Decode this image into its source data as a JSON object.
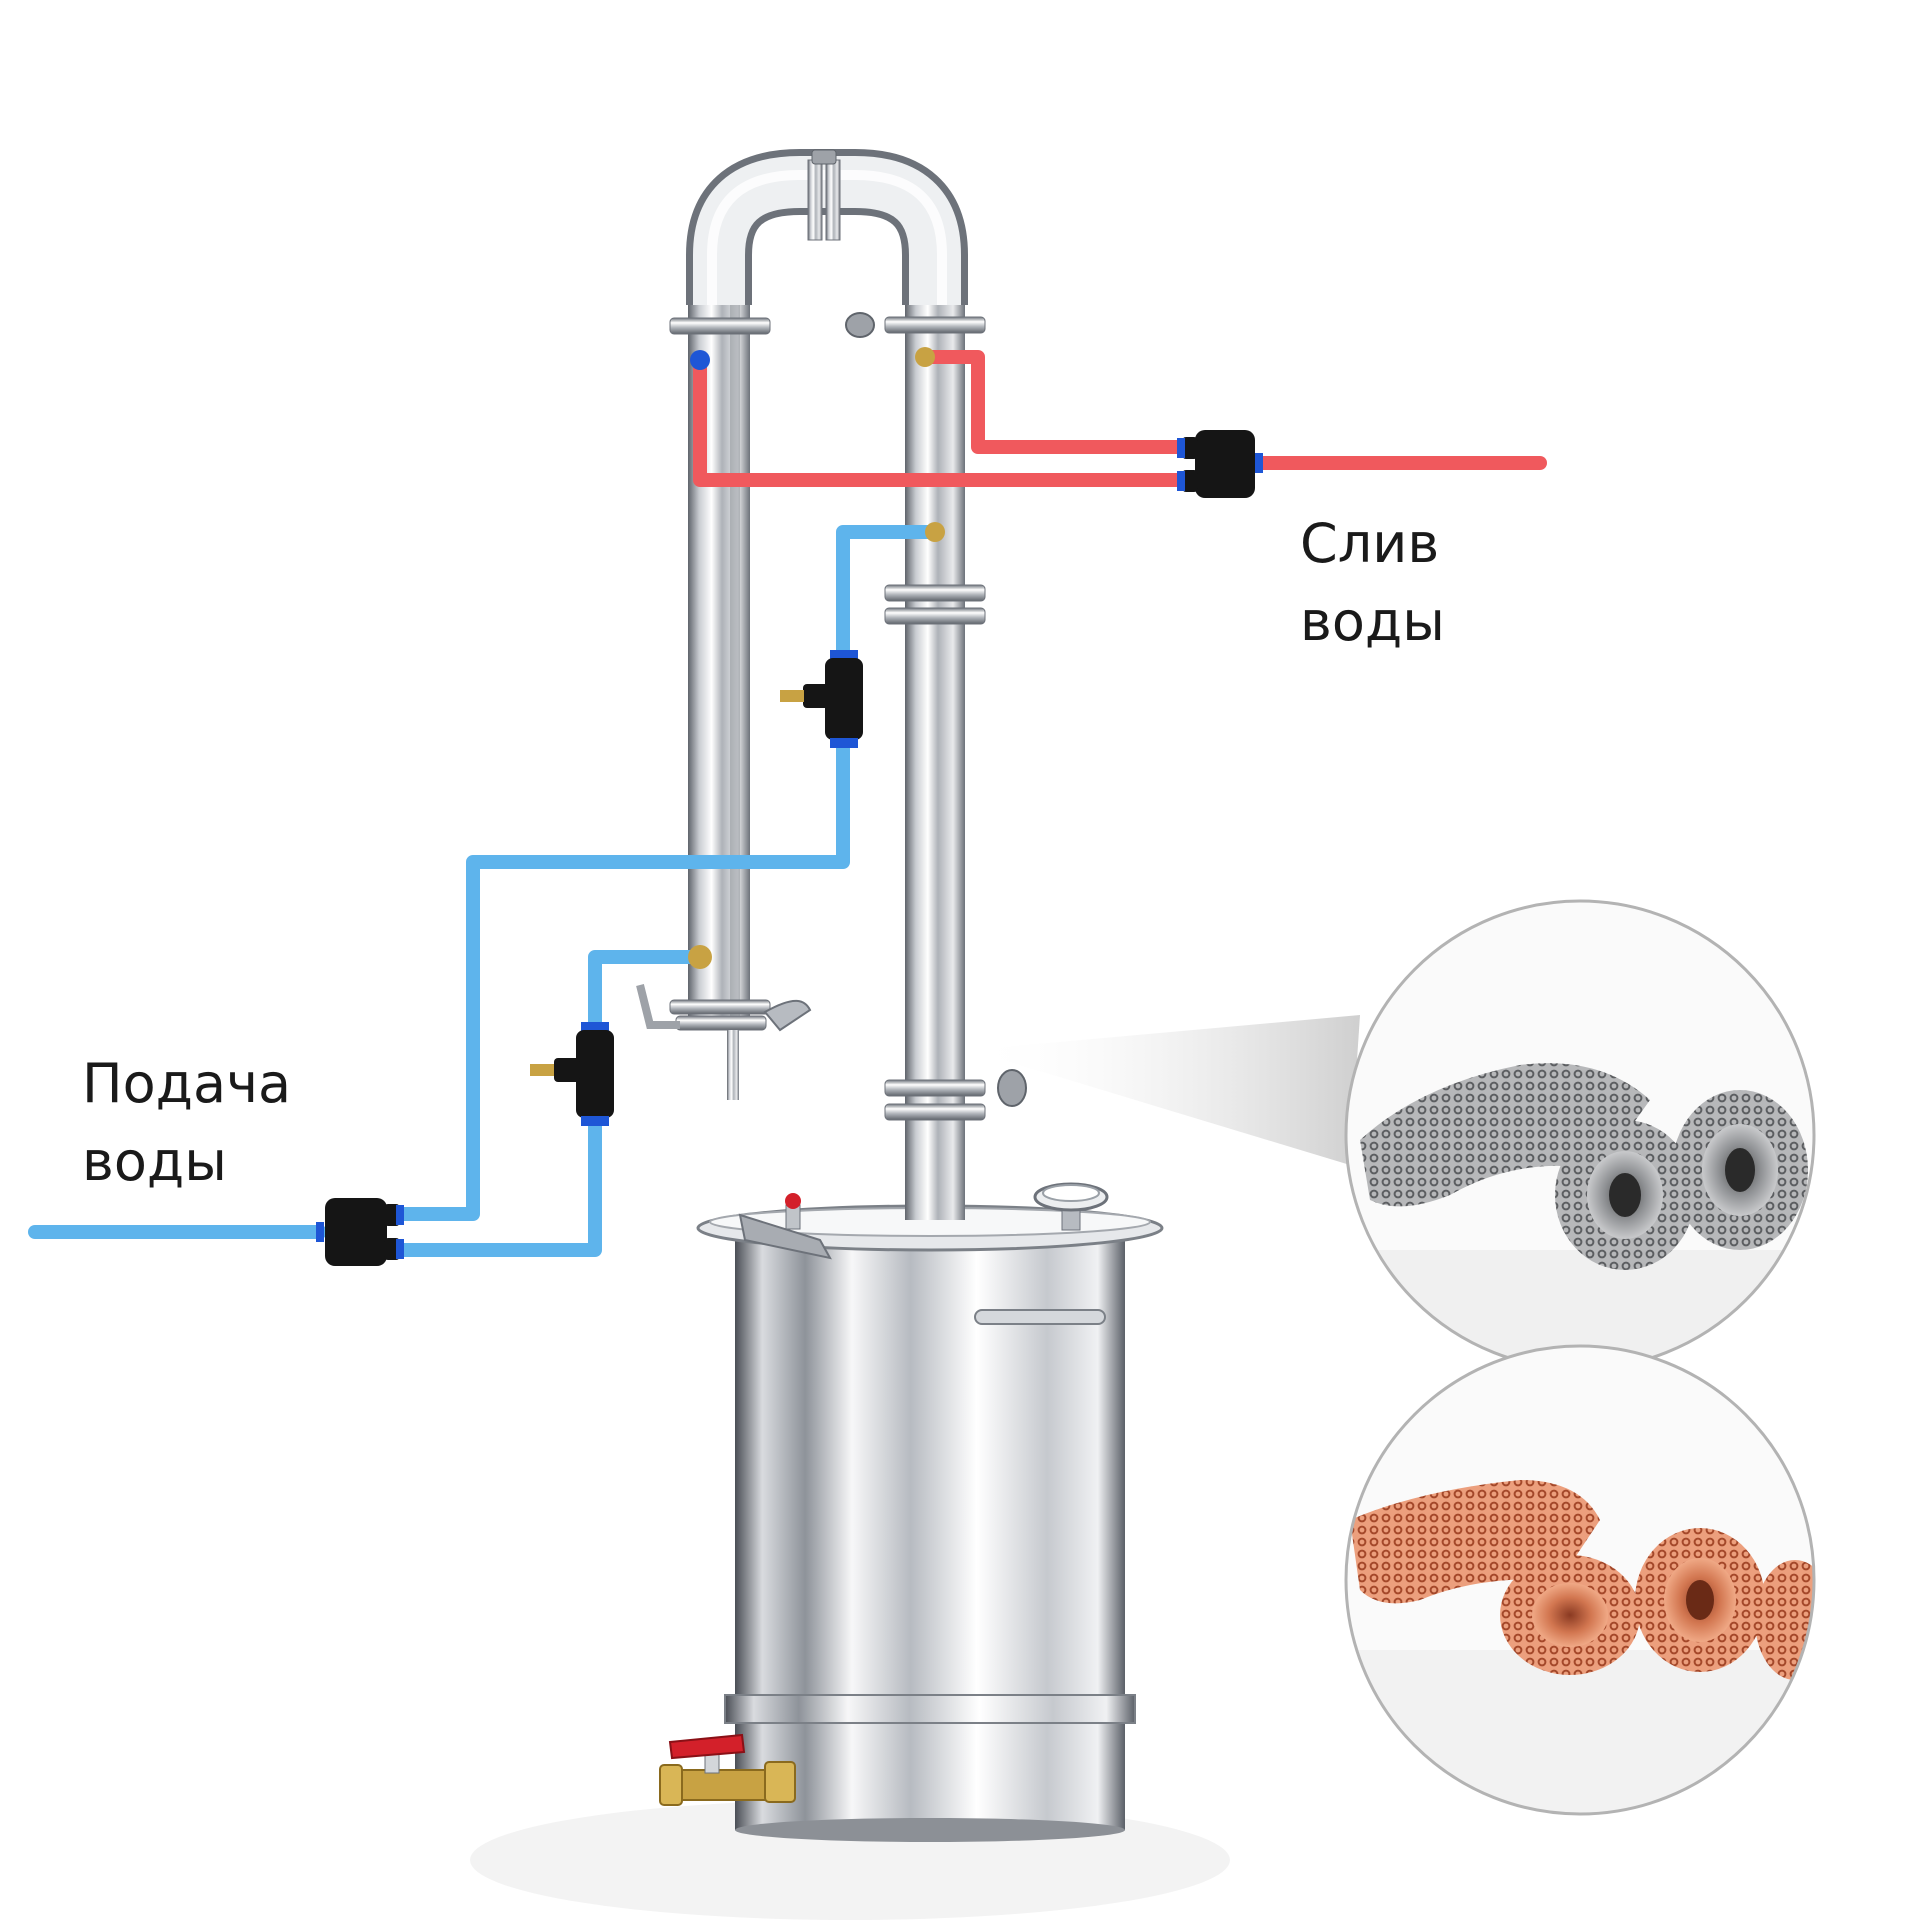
{
  "labels": {
    "drain": {
      "line1": "Слив",
      "line2": "воды"
    },
    "supply": {
      "line1": "Подача",
      "line2": "воды"
    }
  },
  "colors": {
    "hot_pipe": "#f0595d",
    "cold_pipe": "#5eb4ec",
    "steel_light": "#f2f3f5",
    "steel_dark": "#6d727a",
    "fitting": "#151515",
    "fitting_ring": "#1e56d6",
    "brass": "#c8a243",
    "valve_handle": "#d3202a",
    "mesh_steel": "#9a9c9f",
    "mesh_copper": "#d47b52",
    "circle_border": "#b3b3b3"
  },
  "icons": {
    "fittings": "push-fit-tee-connector-icon",
    "flow_valves": "flow-control-valve-icon",
    "drain_valve": "ball-valve-icon",
    "thermometer": "dial-thermometer-icon"
  }
}
